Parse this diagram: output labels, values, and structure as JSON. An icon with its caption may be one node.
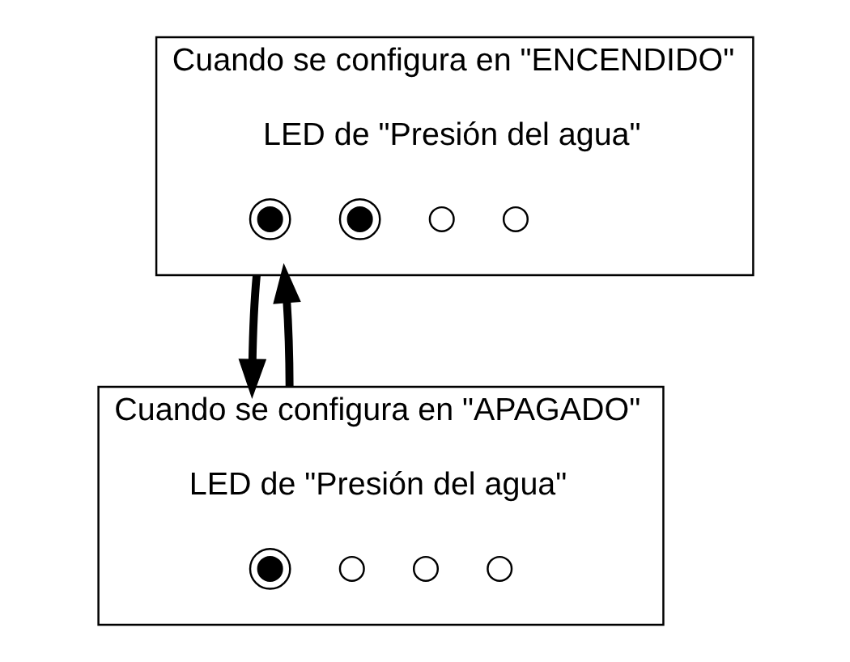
{
  "diagram": {
    "nodes": [
      {
        "text": [
          "Cuando se configura en \"ENCENDIDO\"",
          "LED de \"Presión del agua\""
        ]
      },
      {
        "text": [],
        "shape": "circle",
        "in": 0
      },
      {
        "text": [],
        "shape": "circle",
        "in": 0
      },
      {
        "text": [],
        "shape": "circle",
        "in": 0
      },
      {
        "text": [],
        "shape": "circle",
        "in": 0
      },
      {
        "text": [
          "Cuando se configura en \"APAGADO\"",
          "LED de \"Presión del agua\""
        ]
      },
      {
        "text": [],
        "shape": "circle",
        "in": 5
      },
      {
        "text": [],
        "shape": "circle",
        "in": 5
      },
      {
        "text": [],
        "shape": "circle",
        "in": 5
      },
      {
        "text": [],
        "shape": "circle",
        "in": 5
      }
    ],
    "edges": [
      {
        "from": 0,
        "to": 5,
        "arrow": "to"
      },
      {
        "from": 5,
        "to": 0,
        "arrow": "to"
      }
    ]
  }
}
